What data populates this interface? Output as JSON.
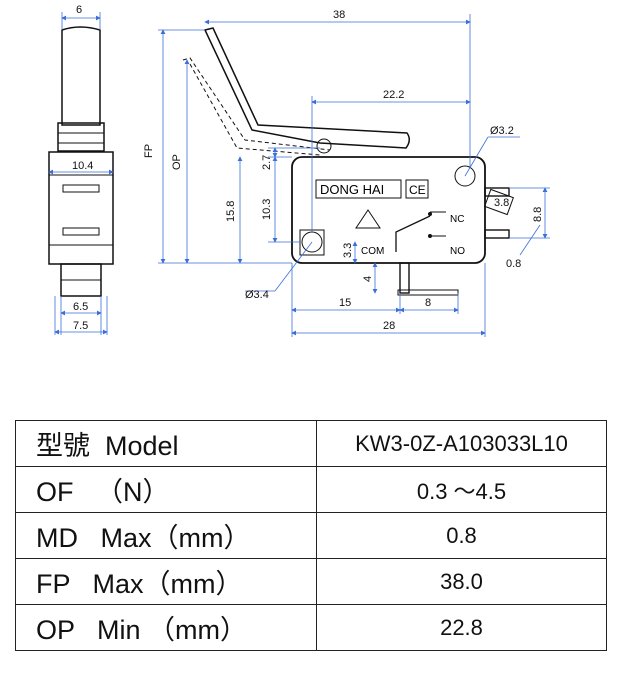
{
  "dimensions": {
    "width_6": "6",
    "width_38": "38",
    "width_22_2": "22.2",
    "dia_3_2": "Ø3.2",
    "fp_label": "FP",
    "op_label": "OP",
    "h_2_7": "2.7",
    "h_15_8": "15.8",
    "h_10_3": "10.3",
    "h_3_3": "3.3",
    "h_4": "4",
    "w_10_4": "10.4",
    "w_6_5": "6.5",
    "w_7_5": "7.5",
    "dia_3_4": "Ø3.4",
    "w_15": "15",
    "w_8": "8",
    "w_28": "28",
    "t_3_8": "3.8",
    "h_8_8": "8.8",
    "t_0_8": "0.8"
  },
  "switch_body": {
    "brand": "DONG HAI",
    "ce_mark": "CE",
    "nc": "NC",
    "no": "NO",
    "com": "COM"
  },
  "spec_table": [
    {
      "key": "型號  Model",
      "value": "KW3-0Z-A103033L10"
    },
    {
      "key": "OF   （N）",
      "value": "0.3 ～4.5"
    },
    {
      "key": "MD   Max（mm）",
      "value": "0.8"
    },
    {
      "key": "FP   Max（mm）",
      "value": "38.0"
    },
    {
      "key": "OP   Min （mm）",
      "value": "22.8"
    }
  ]
}
